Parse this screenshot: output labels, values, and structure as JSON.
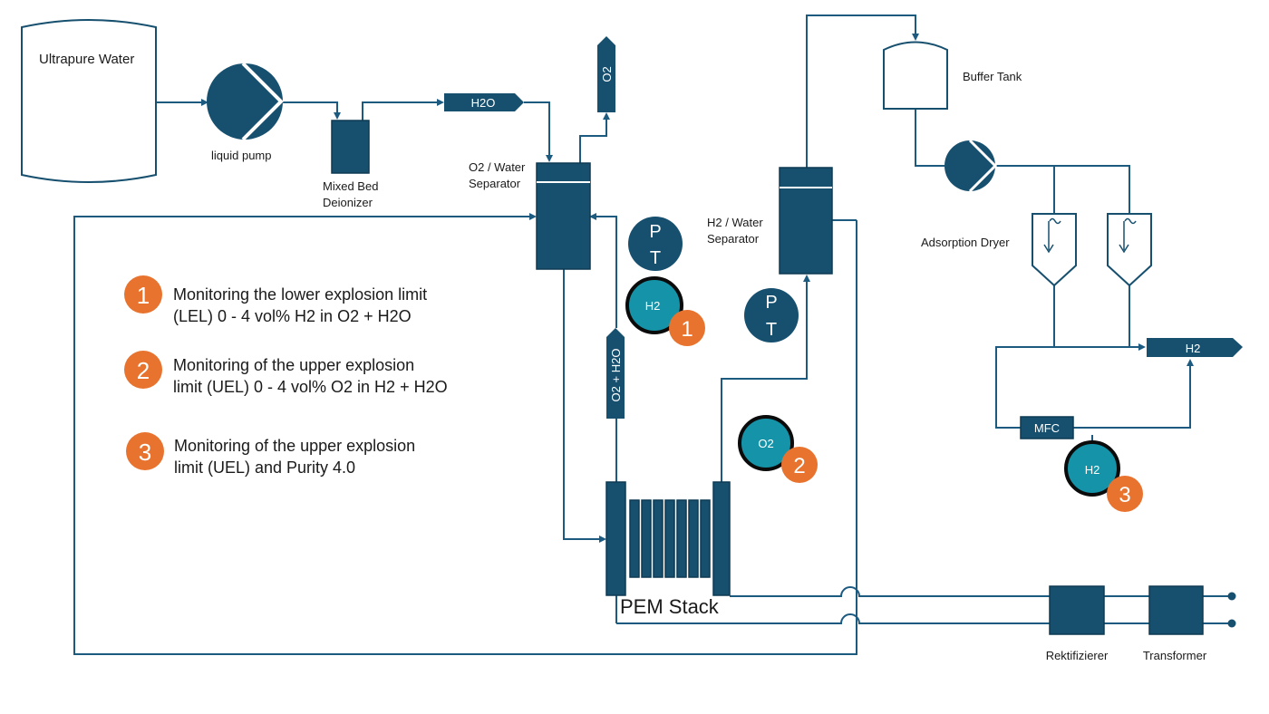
{
  "diagram": {
    "equipment": {
      "water_tank": "Ultrapure Water",
      "pump": "liquid pump",
      "deionizer_line1": "Mixed Bed",
      "deionizer_line2": "Deionizer",
      "h2o_tag": "H2O",
      "o2_tag": "O2",
      "o2_sep_line1": "O2 / Water",
      "o2_sep_line2": "Separator",
      "h2_sep_line1": "H2 / Water",
      "h2_sep_line2": "Separator",
      "buffer_tank": "Buffer Tank",
      "dryer": "Adsorption Dryer",
      "h2_out_tag": "H2",
      "mfc": "MFC",
      "stack": "PEM Stack",
      "o2_h2o_tag": "O2 + H2O",
      "rectifier": "Rektifizierer",
      "transformer": "Transformer"
    },
    "sensors": {
      "pt_left_top": "P",
      "pt_left_bottom": "T",
      "pt_right_top": "P",
      "pt_right_bottom": "T",
      "sensor1_gas": "H2",
      "sensor1_num": "1",
      "sensor2_gas": "O2",
      "sensor2_num": "2",
      "sensor3_gas": "H2",
      "sensor3_num": "3"
    },
    "legend": [
      {
        "num": "1",
        "line1": "Monitoring the lower explosion limit",
        "line2": "(LEL) 0 - 4 vol% H2 in O2 + H2O"
      },
      {
        "num": "2",
        "line1": "Monitoring of the upper explosion",
        "line2": "limit (UEL) 0 - 4 vol% O2 in H2 + H2O"
      },
      {
        "num": "3",
        "line1": "Monitoring of the upper explosion",
        "line2": "limit (UEL) and Purity 4.0"
      }
    ],
    "colors": {
      "vessel": "#17506f",
      "pipe": "#1d5a80",
      "sensor_teal": "#1593a8",
      "badge_orange": "#e8732e"
    }
  }
}
